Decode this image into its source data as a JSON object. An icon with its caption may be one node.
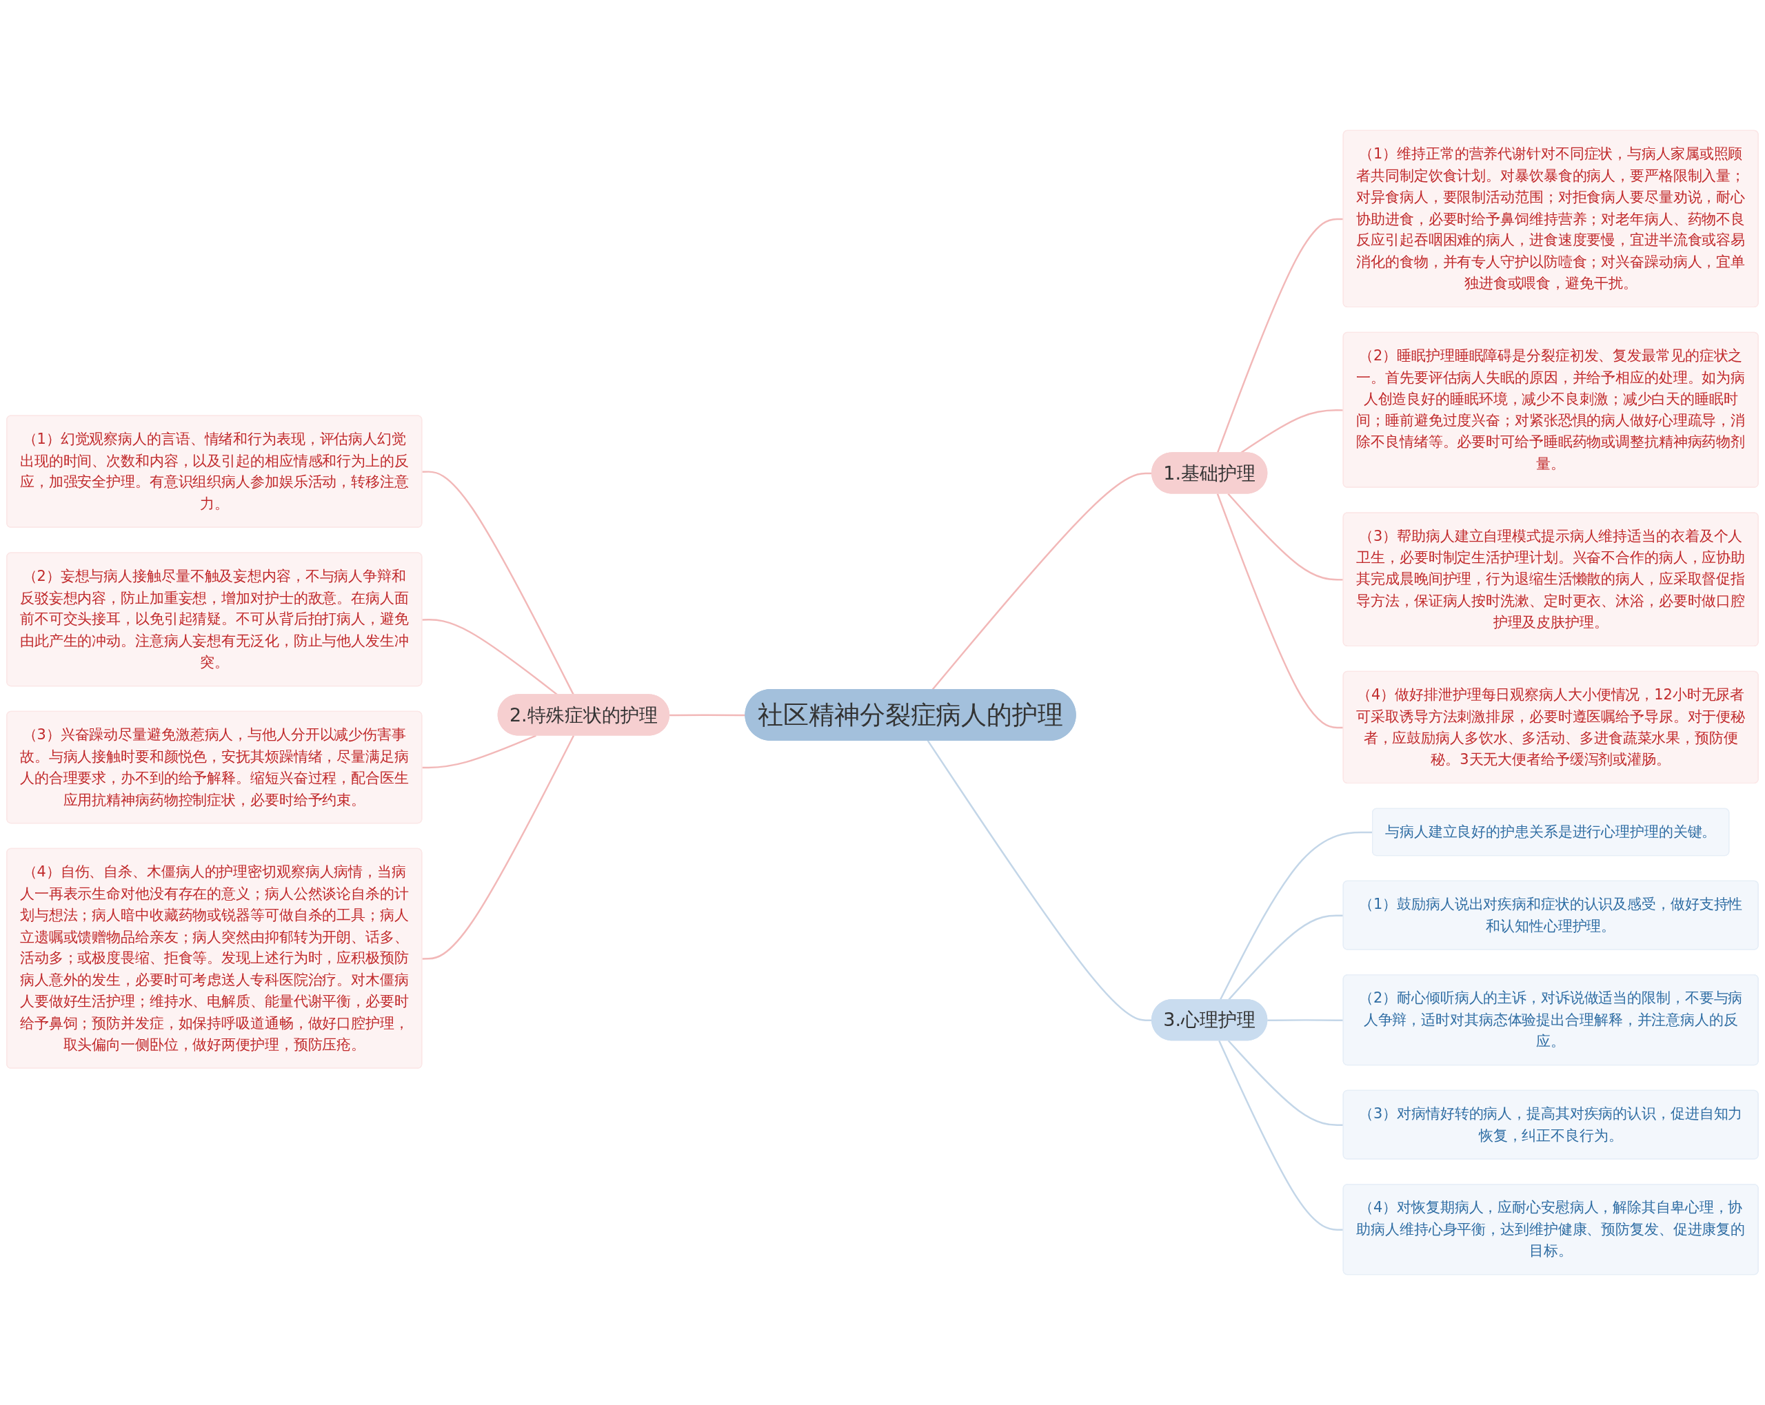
{
  "diagram": {
    "nodes": [
      {
        "text": [
          "社区精神分裂症病人的护理"
        ]
      },
      {
        "text": [
          "1.基础护理"
        ]
      },
      {
        "text": [
          "（1）维持正常的营养代谢针对不同症状，与病人家属或照顾者共同制定饮食计划。对暴饮暴食的病人，要严格限制入量；对异食病人，要限制活动范围；对拒食病人要尽量劝说，耐心协助进食，必要时给予鼻饲维持营养；对老年病人、药物不良反应引起吞咽困难的病人，进食速度要慢，宜进半流食或容易消化的食物，并有专人守护以防噎食；对兴奋躁动病人，宜单独进食或喂食，避免干扰。"
        ]
      },
      {
        "text": [
          "（2）睡眠护理睡眠障碍是分裂症初发、复发最常见的症状之一。首先要评估病人失眠的原因，并给予相应的处理。如为病人创造良好的睡眠环境，减少不良刺激；减少白天的睡眠时间；睡前避免过度兴奋；对紧张恐惧的病人做好心理疏导，消除不良情绪等。必要时可给予睡眠药物或调整抗精神病药物剂量。"
        ]
      },
      {
        "text": [
          "（3）帮助病人建立自理模式提示病人维持适当的衣着及个人卫生，必要时制定生活护理计划。兴奋不合作的病人，应协助其完成晨晚间护理，行为退缩生活懒散的病人，应采取督促指导方法，保证病人按时洗漱、定时更衣、沐浴，必要时做口腔护理及皮肤护理。"
        ]
      },
      {
        "text": [
          "（4）做好排泄护理每日观察病人大小便情况，12小时无尿者可采取诱导方法刺激排尿，必要时遵医嘱给予导尿。对于便秘者，应鼓励病人多饮水、多活动、多进食蔬菜水果，预防便秘。3天无大便者给予缓泻剂或灌肠。"
        ]
      },
      {
        "text": [
          "2.特殊症状的护理"
        ]
      },
      {
        "text": [
          "（1）幻觉观察病人的言语、情绪和行为表现，评估病人幻觉出现的时间、次数和内容，以及引起的相应情感和行为上的反应，加强安全护理。有意识组织病人参加娱乐活动，转移注意力。"
        ]
      },
      {
        "text": [
          "（2）妄想与病人接触尽量不触及妄想内容，不与病人争辩和反驳妄想内容，防止加重妄想，增加对护士的敌意。在病人面前不可交头接耳，以免引起猜疑。不可从背后拍打病人，避免由此产生的冲动。注意病人妄想有无泛化，防止与他人发生冲突。"
        ]
      },
      {
        "text": [
          "（3）兴奋躁动尽量避免激惹病人，与他人分开以减少伤害事故。与病人接触时要和颜悦色，安抚其烦躁情绪，尽量满足病人的合理要求，办不到的给予解释。缩短兴奋过程，配合医生应用抗精神病药物控制症状，必要时给予约束。"
        ]
      },
      {
        "text": [
          "（4）自伤、自杀、木僵病人的护理密切观察病人病情，当病人一再表示生命对他没有存在的意义；病人公然谈论自杀的计划与想法；病人暗中收藏药物或锐器等可做自杀的工具；病人立遗嘱或馈赠物品给亲友；病人突然由抑郁转为开朗、话多、活动多；或极度畏缩、拒食等。发现上述行为时，应积极预防病人意外的发生，必要时可考虑送人专科医院治疗。对木僵病人要做好生活护理；维持水、电解质、能量代谢平衡，必要时给予鼻饲；预防并发症，如保持呼吸道通畅，做好口腔护理，取头偏向一侧卧位，做好两便护理，预防压疮。"
        ]
      },
      {
        "text": [
          "3.心理护理"
        ]
      },
      {
        "text": [
          "与病人建立良好的护患关系是进行心理护理的关键。"
        ]
      },
      {
        "text": [
          "（1）鼓励病人说出对疾病和症状的认识及感受，做好支持性和认知性心理护理。"
        ]
      },
      {
        "text": [
          "（2）耐心倾听病人的主诉，对诉说做适当的限制，不要与病人争辩，适时对其病态体验提出合理解释，并注意病人的反应。"
        ]
      },
      {
        "text": [
          "（3）对病情好转的病人，提高其对疾病的认识，促进自知力恢复，纠正不良行为。"
        ]
      },
      {
        "text": [
          "（4）对恢复期病人，应耐心安慰病人，解除其自卑心理，协助病人维持心身平衡，达到维护健康、预防复发、促进康复的目标。"
        ]
      }
    ],
    "edges": [
      {
        "from": 0,
        "to": 1,
        "arrow": "none"
      },
      {
        "from": 1,
        "to": 2,
        "arrow": "none"
      },
      {
        "from": 1,
        "to": 3,
        "arrow": "none"
      },
      {
        "from": 1,
        "to": 4,
        "arrow": "none"
      },
      {
        "from": 1,
        "to": 5,
        "arrow": "none"
      },
      {
        "from": 6,
        "to": 0,
        "arrow": "none"
      },
      {
        "from": 7,
        "to": 6,
        "arrow": "none"
      },
      {
        "from": 8,
        "to": 6,
        "arrow": "none"
      },
      {
        "from": 9,
        "to": 6,
        "arrow": "none"
      },
      {
        "from": 10,
        "to": 6,
        "arrow": "none"
      },
      {
        "from": 0,
        "to": 11,
        "arrow": "none",
        "color": "#c3d6e8"
      },
      {
        "from": 11,
        "to": 12,
        "arrow": "none",
        "color": "#c3d6e8"
      },
      {
        "from": 11,
        "to": 13,
        "arrow": "none",
        "color": "#c3d6e8"
      },
      {
        "from": 11,
        "to": 14,
        "arrow": "none",
        "color": "#c3d6e8"
      },
      {
        "from": 11,
        "to": 15,
        "arrow": "none",
        "color": "#c3d6e8"
      },
      {
        "from": 11,
        "to": 16,
        "arrow": "none",
        "color": "#c3d6e8"
      }
    ]
  }
}
